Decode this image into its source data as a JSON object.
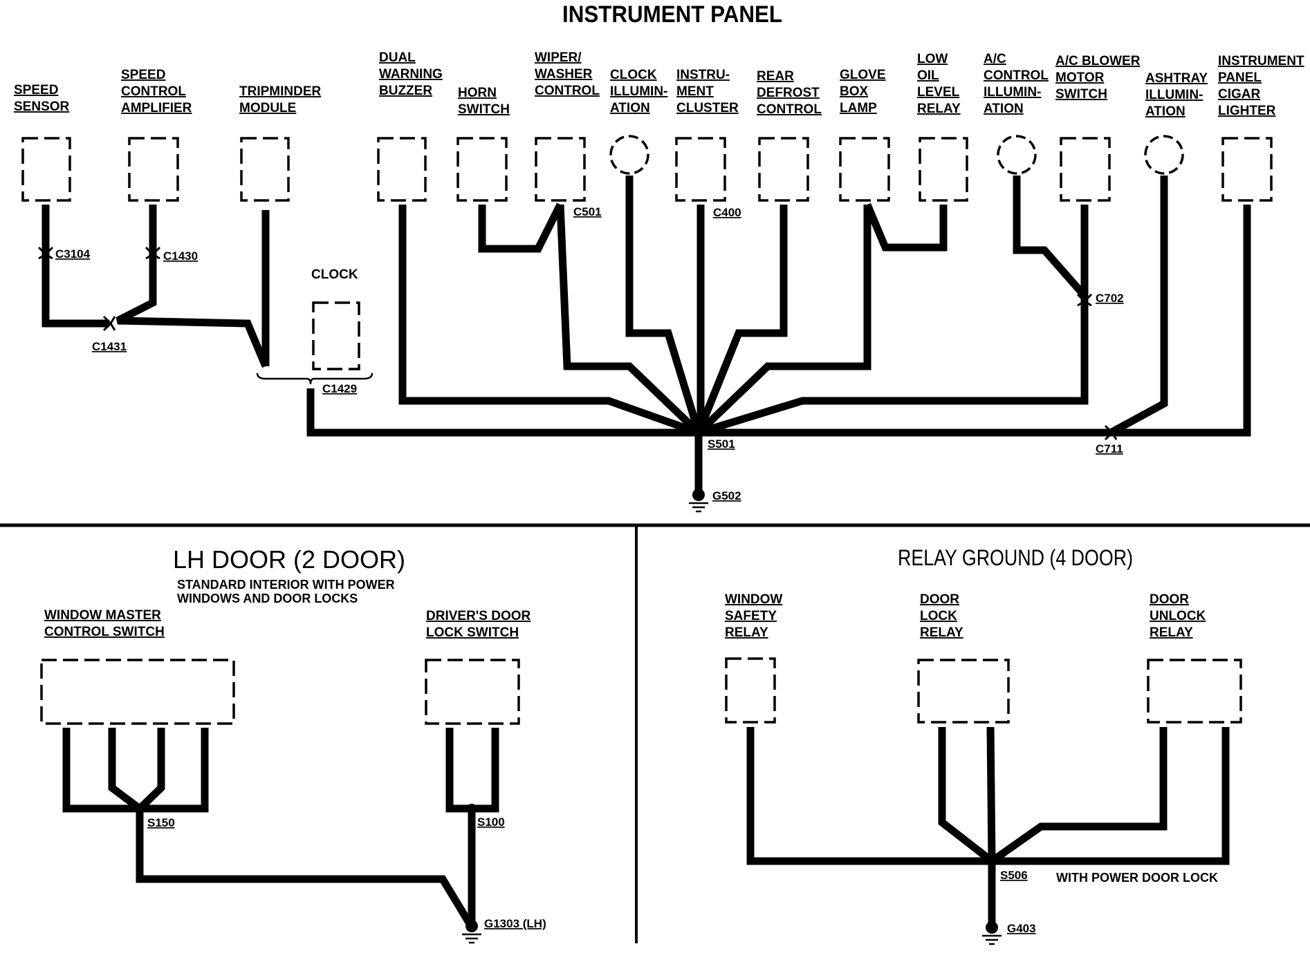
{
  "sections": {
    "instrument_panel": "INSTRUMENT PANEL",
    "lh_door": "LH DOOR (2 DOOR)",
    "lh_door_note": [
      "STANDARD INTERIOR WITH POWER",
      "WINDOWS AND DOOR LOCKS"
    ],
    "relay_ground": "RELAY GROUND (4 DOOR)",
    "relay_note": "WITH POWER DOOR LOCK"
  },
  "components": {
    "speed_sensor": [
      "SPEED",
      "SENSOR"
    ],
    "speed_control_amplifier": [
      "SPEED",
      "CONTROL",
      "AMPLIFIER"
    ],
    "tripminder_module": [
      "TRIPMINDER",
      "MODULE"
    ],
    "clock": [
      "CLOCK"
    ],
    "dual_warning_buzzer": [
      "DUAL",
      "WARNING",
      "BUZZER"
    ],
    "horn_switch": [
      "HORN",
      "SWITCH"
    ],
    "wiper_washer_control": [
      "WIPER/",
      "WASHER",
      "CONTROL"
    ],
    "clock_illumination": [
      "CLOCK",
      "ILLUMIN-",
      "ATION"
    ],
    "instrument_cluster": [
      "INSTRU-",
      "MENT",
      "CLUSTER"
    ],
    "rear_defrost_control": [
      "REAR",
      "DEFROST",
      "CONTROL"
    ],
    "glove_box_lamp": [
      "GLOVE",
      "BOX",
      "LAMP"
    ],
    "low_oil_level_relay": [
      "LOW",
      "OIL",
      "LEVEL",
      "RELAY"
    ],
    "ac_control_illumination": [
      "A/C",
      "CONTROL",
      "ILLUMIN-",
      "ATION"
    ],
    "ac_blower_motor_switch": [
      "A/C BLOWER",
      "MOTOR",
      "SWITCH"
    ],
    "ashtray_illumination": [
      "ASHTRAY",
      "ILLUMIN-",
      "ATION"
    ],
    "ip_cigar_lighter": [
      "INSTRUMENT",
      "PANEL",
      "CIGAR",
      "LIGHTER"
    ],
    "window_master_control_switch": [
      "WINDOW MASTER",
      "CONTROL SWITCH"
    ],
    "drivers_door_lock_switch": [
      "DRIVER'S DOOR",
      "LOCK SWITCH"
    ],
    "window_safety_relay": [
      "WINDOW",
      "SAFETY",
      "RELAY"
    ],
    "door_lock_relay": [
      "DOOR",
      "LOCK",
      "RELAY"
    ],
    "door_unlock_relay": [
      "DOOR",
      "UNLOCK",
      "RELAY"
    ]
  },
  "connectors": {
    "c3104": "C3104",
    "c1430": "C1430",
    "c1431": "C1431",
    "c1429": "C1429",
    "c501": "C501",
    "c400": "C400",
    "c702": "C702",
    "c711": "C711",
    "s501": "S501",
    "g502": "G502",
    "s150": "S150",
    "s100": "S100",
    "g1303": "G1303 (LH)",
    "s506": "S506",
    "g403": "G403"
  }
}
